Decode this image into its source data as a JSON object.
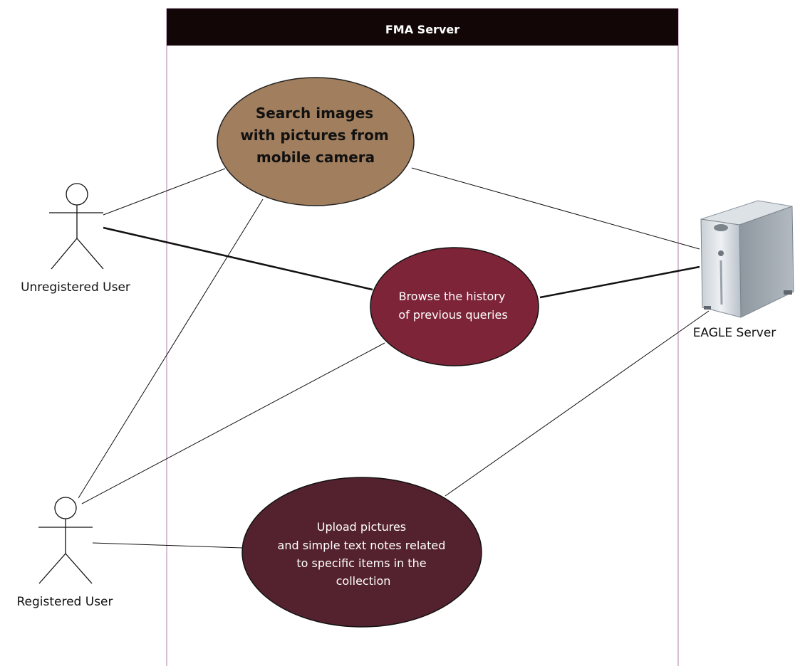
{
  "system": {
    "title": "FMA Server",
    "header_color": "#120606",
    "border_color": "#b07fb0"
  },
  "actors": {
    "unregistered": {
      "label": "Unregistered User"
    },
    "registered": {
      "label": "Registered User"
    },
    "server": {
      "label": "EAGLE Server",
      "icon": "server-tower-icon"
    }
  },
  "use_cases": {
    "search": {
      "lines": [
        "Search images",
        "with pictures from",
        "mobile camera"
      ],
      "fill": "#a07e5e",
      "text_color": "#111111"
    },
    "browse": {
      "lines": [
        "Browse the history",
        "of previous queries"
      ],
      "fill": "#7e2438",
      "text_color": "#ffffff"
    },
    "upload": {
      "lines": [
        "Upload pictures",
        "and simple text notes related",
        "to specific items in the",
        "collection"
      ],
      "fill": "#54222e",
      "text_color": "#ffffff"
    }
  }
}
